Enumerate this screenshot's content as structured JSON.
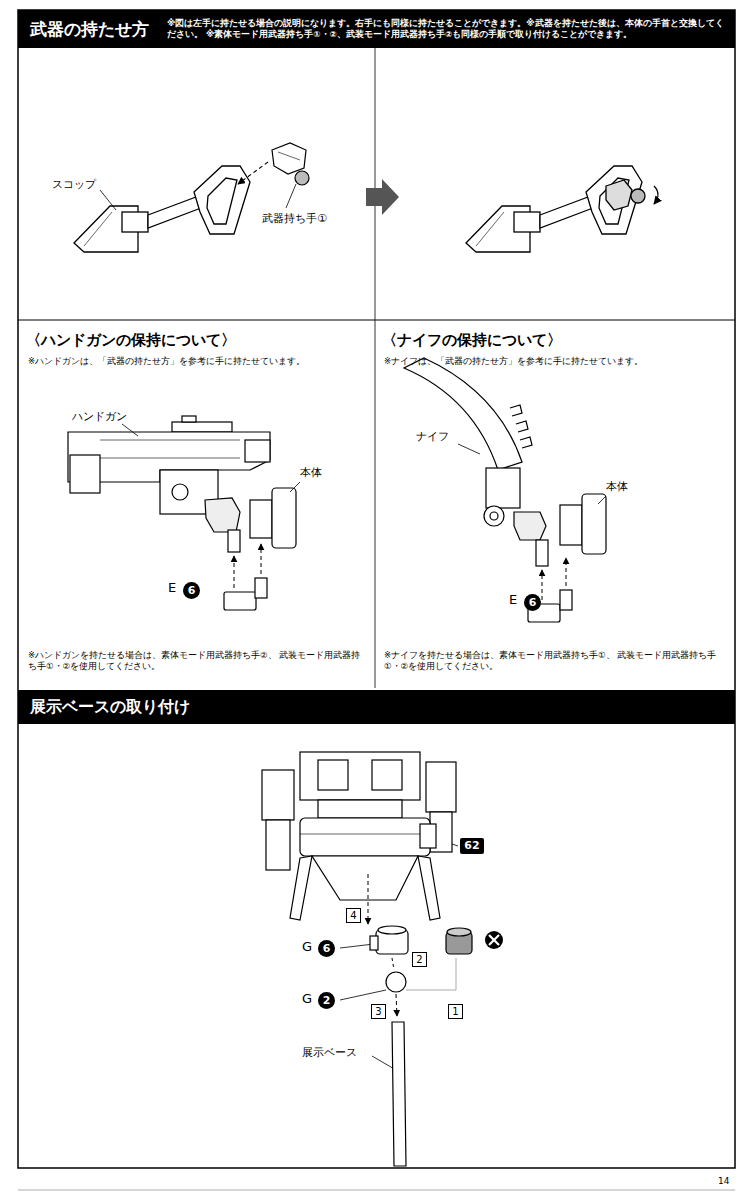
{
  "diagram": {
    "nodes": [
      {
        "text": [
          "武器の持たせ方",
          "※図は左手に持たせる場合の説明になります。右手にも同様に持たせることができます。※武器を持たせた後は、本体の手首と交換してください。 ※素体モード用武器持ち手①・②、武装モード用武器持ち手②も同様の手順で取り付けることができます。"
        ]
      },
      {
        "text": [
          "6"
        ]
      },
      {
        "text": [
          "6"
        ]
      },
      {
        "text": [
          "展示ベースの取り付け"
        ]
      },
      {
        "text": [
          "62"
        ]
      },
      {
        "text": [
          "4"
        ]
      },
      {
        "text": [
          "6"
        ]
      },
      {
        "text": [
          "2"
        ]
      },
      {
        "text": [
          "2"
        ]
      },
      {
        "text": [
          "3"
        ]
      },
      {
        "text": [
          "1"
        ]
      }
    ],
    "labels": [
      "スコップ",
      "武器持ち手①",
      "〈ハンドガンの保持について〉",
      "※ハンドガンは、「武器の持たせ方」を参考に手に持たせています。",
      "ハンドガン",
      "本体",
      "E",
      "※ハンドガンを持たせる場合は、素体モード用武器持ち手②、 武装モード用武器持ち手①・②を使用してください。",
      "〈ナイフの保持について〉",
      "※ナイフは、「武器の持たせ方」を参考に手に持たせています。",
      "ナイフ",
      "本体",
      "E",
      "※ナイフを持たせる場合は、素体モード用武器持ち手①、 武装モード用武器持ち手①・②を使用してください。",
      "G",
      "G",
      "展示ベース",
      "14"
    ]
  }
}
